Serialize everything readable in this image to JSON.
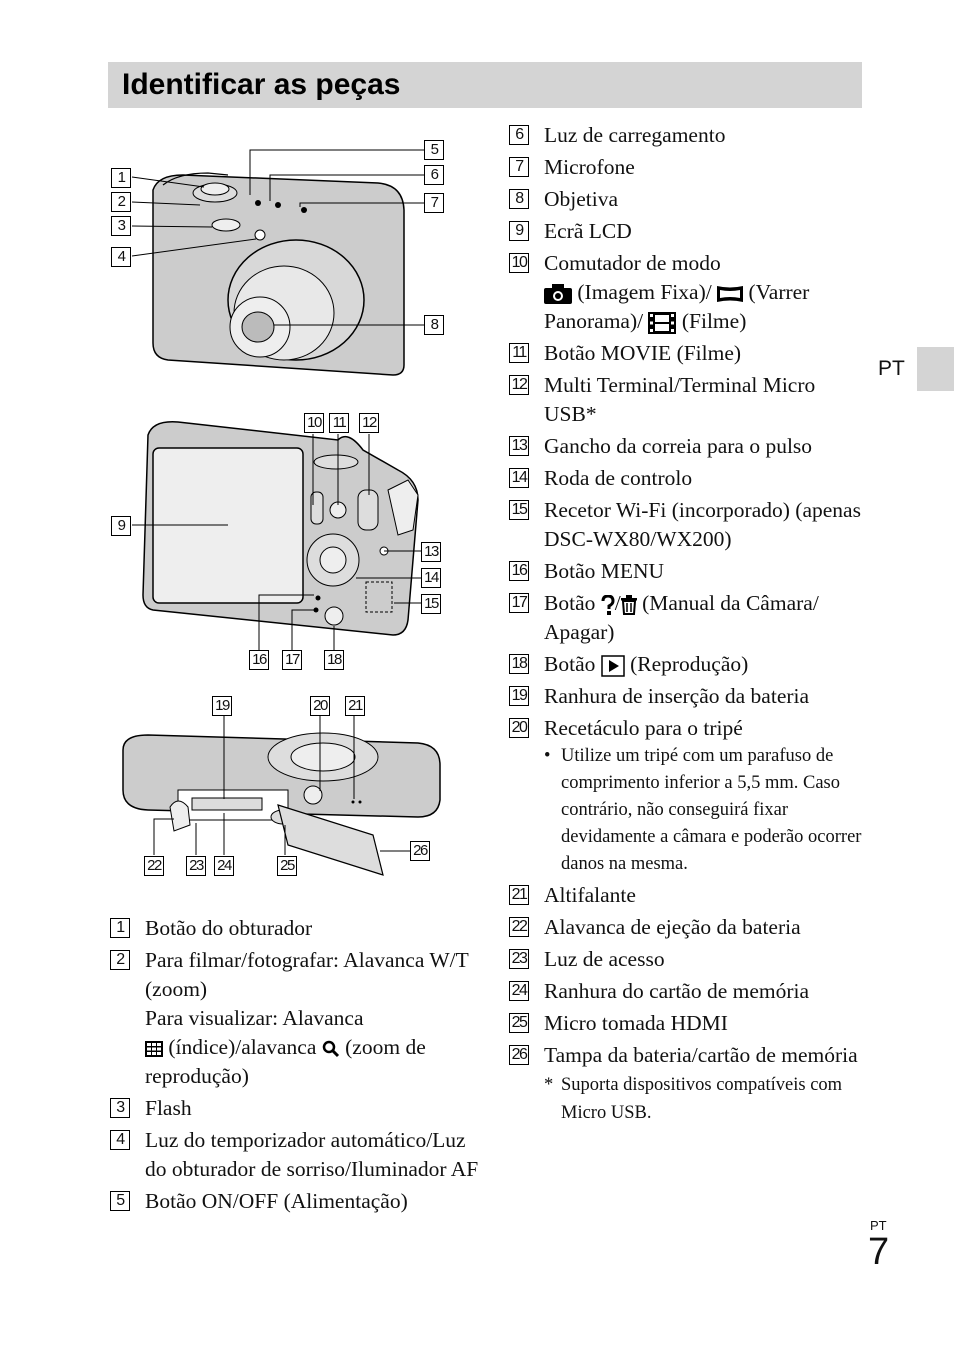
{
  "header": {
    "title": "Identificar as peças"
  },
  "side_tab": {
    "label": "PT"
  },
  "footer": {
    "lang": "PT",
    "page": "7"
  },
  "callouts": [
    "1",
    "2",
    "3",
    "4",
    "5",
    "6",
    "7",
    "8",
    "9",
    "10",
    "11",
    "12",
    "13",
    "14",
    "15",
    "16",
    "17",
    "18",
    "19",
    "20",
    "21",
    "22",
    "23",
    "24",
    "25",
    "26"
  ],
  "parts_left": [
    {
      "num": "1",
      "text": "Botão do obturador"
    },
    {
      "num": "2",
      "line1": "Para filmar/fotografar: Alavanca W/T (zoom)",
      "line2": "Para visualizar: Alavanca",
      "index": "(índice)/alavanca",
      "zoom": "(zoom de reprodução)"
    },
    {
      "num": "3",
      "text": "Flash"
    },
    {
      "num": "4",
      "text": "Luz do temporizador automático/Luz do obturador de sorriso/Iluminador AF"
    },
    {
      "num": "5",
      "text": "Botão ON/OFF (Alimentação)"
    }
  ],
  "parts_right": [
    {
      "num": "6",
      "text": "Luz de carregamento"
    },
    {
      "num": "7",
      "text": "Microfone"
    },
    {
      "num": "8",
      "text": "Objetiva"
    },
    {
      "num": "9",
      "text": "Ecrã LCD"
    },
    {
      "num": "10",
      "text": "Comutador de modo",
      "still": "(Imagem Fixa)/",
      "pano": "(Varrer Panorama)/",
      "movie": "(Filme)"
    },
    {
      "num": "11",
      "text": "Botão MOVIE (Filme)"
    },
    {
      "num": "12",
      "text": "Multi Terminal/Terminal Micro USB*"
    },
    {
      "num": "13",
      "text": "Gancho da correia para o pulso"
    },
    {
      "num": "14",
      "text": "Roda de controlo"
    },
    {
      "num": "15",
      "text": "Recetor Wi-Fi (incorporado) (apenas DSC-WX80/WX200)"
    },
    {
      "num": "16",
      "text": "Botão MENU"
    },
    {
      "num": "17",
      "text": "Botão",
      "rest": "(Manual da Câmara/ Apagar)"
    },
    {
      "num": "18",
      "text": "Botão",
      "rest": "(Reprodução)"
    },
    {
      "num": "19",
      "text": "Ranhura de inserção da bateria"
    },
    {
      "num": "20",
      "text": "Recetáculo para o tripé",
      "note": "Utilize um tripé com um parafuso de comprimento inferior a 5,5 mm. Caso contrário, não conseguirá fixar devidamente a câmara e poderão ocorrer danos na mesma."
    },
    {
      "num": "21",
      "text": "Altifalante"
    },
    {
      "num": "22",
      "text": "Alavanca de ejeção da bateria"
    },
    {
      "num": "23",
      "text": "Luz de acesso"
    },
    {
      "num": "24",
      "text": "Ranhura do cartão de memória"
    },
    {
      "num": "25",
      "text": "Micro tomada HDMI"
    },
    {
      "num": "26",
      "text": "Tampa da bateria/cartão de memória"
    }
  ],
  "footnote": "Suporta dispositivos compatíveis com Micro USB."
}
